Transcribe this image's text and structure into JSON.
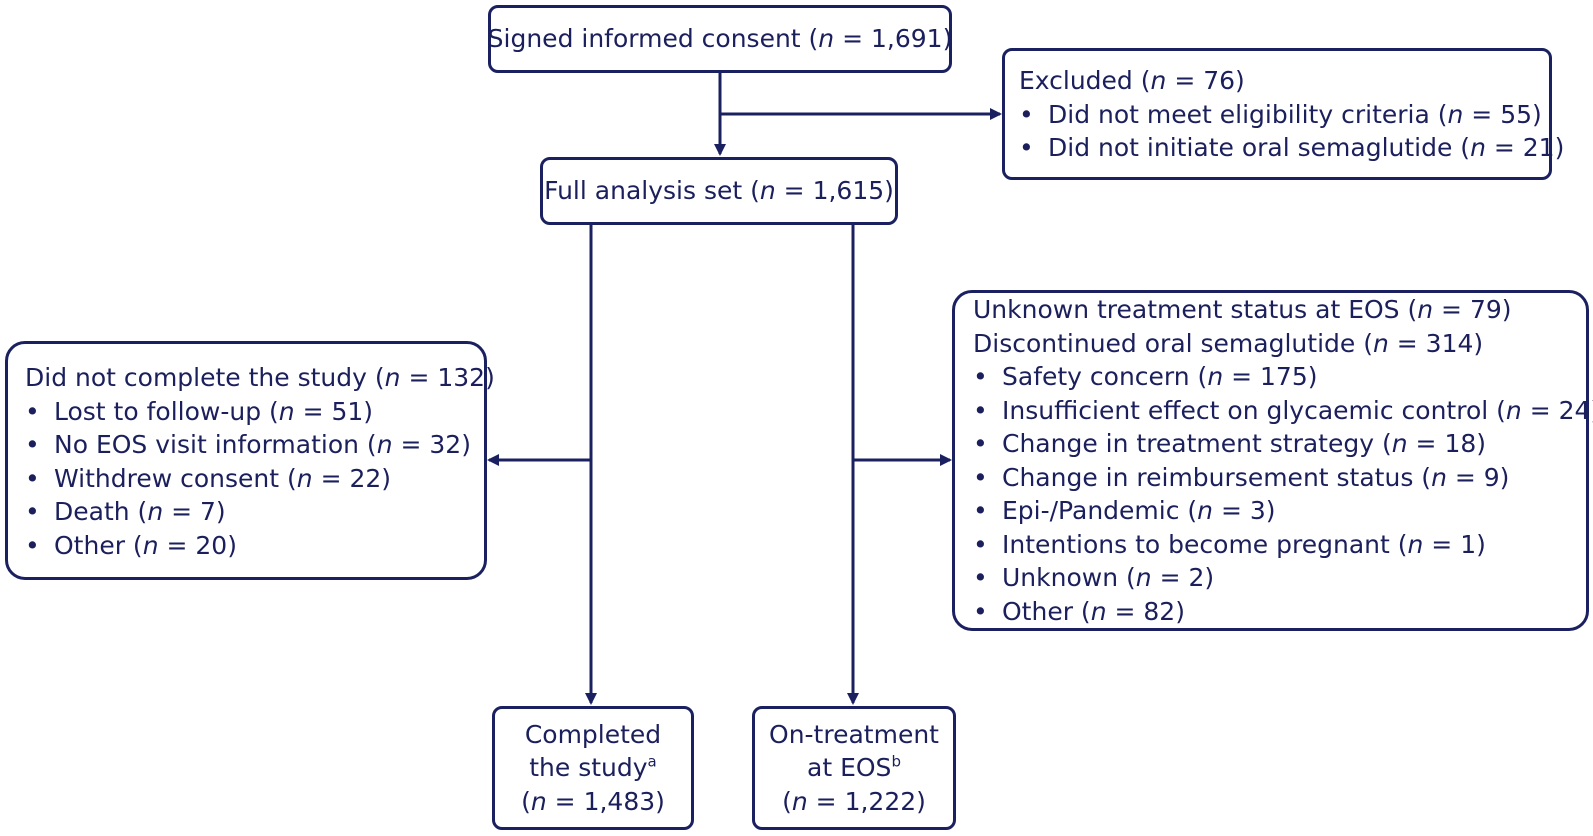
{
  "diagram": {
    "consent": {
      "label": "Signed informed consent (",
      "n": "1,691"
    },
    "excluded": {
      "label": "Excluded (",
      "n": "76",
      "items": [
        {
          "label": "Did not meet eligibility criteria (",
          "n": "55"
        },
        {
          "label": "Did not initiate oral semaglutide (",
          "n": "21"
        }
      ]
    },
    "fas": {
      "label": "Full analysis set (",
      "n": "1,615"
    },
    "not_completed": {
      "label": "Did not complete the study (",
      "n": "132",
      "items": [
        {
          "label": "Lost to follow-up (",
          "n": "51"
        },
        {
          "label": "No EOS visit information (",
          "n": "32"
        },
        {
          "label": "Withdrew consent (",
          "n": "22"
        },
        {
          "label": "Death (",
          "n": "7"
        },
        {
          "label": "Other (",
          "n": "20"
        }
      ]
    },
    "unknown_status": {
      "label": "Unknown treatment status at EOS (",
      "n": "79"
    },
    "discontinued": {
      "label": "Discontinued oral semaglutide (",
      "n": "314",
      "items": [
        {
          "label": "Safety concern (",
          "n": "175"
        },
        {
          "label": "Insufficient effect on glycaemic control (",
          "n": "24"
        },
        {
          "label": "Change in treatment strategy (",
          "n": "18"
        },
        {
          "label": "Change in reimbursement status (",
          "n": "9"
        },
        {
          "label": "Epi-/Pandemic (",
          "n": "3"
        },
        {
          "label": "Intentions to become pregnant (",
          "n": "1"
        },
        {
          "label": "Unknown (",
          "n": "2"
        },
        {
          "label": "Other (",
          "n": "82"
        }
      ]
    },
    "completed": {
      "line1": "Completed",
      "line2": "the study",
      "sup": "a",
      "n": "1,483"
    },
    "on_treatment": {
      "line1": "On-treatment",
      "line2": "at EOS",
      "sup": "b",
      "n": "1,222"
    },
    "n_symbol": "n",
    "eq": " = ",
    "close": ")",
    "bullet": "•",
    "colors": {
      "stroke": "#1b2160",
      "text": "#1b1f5c"
    }
  }
}
